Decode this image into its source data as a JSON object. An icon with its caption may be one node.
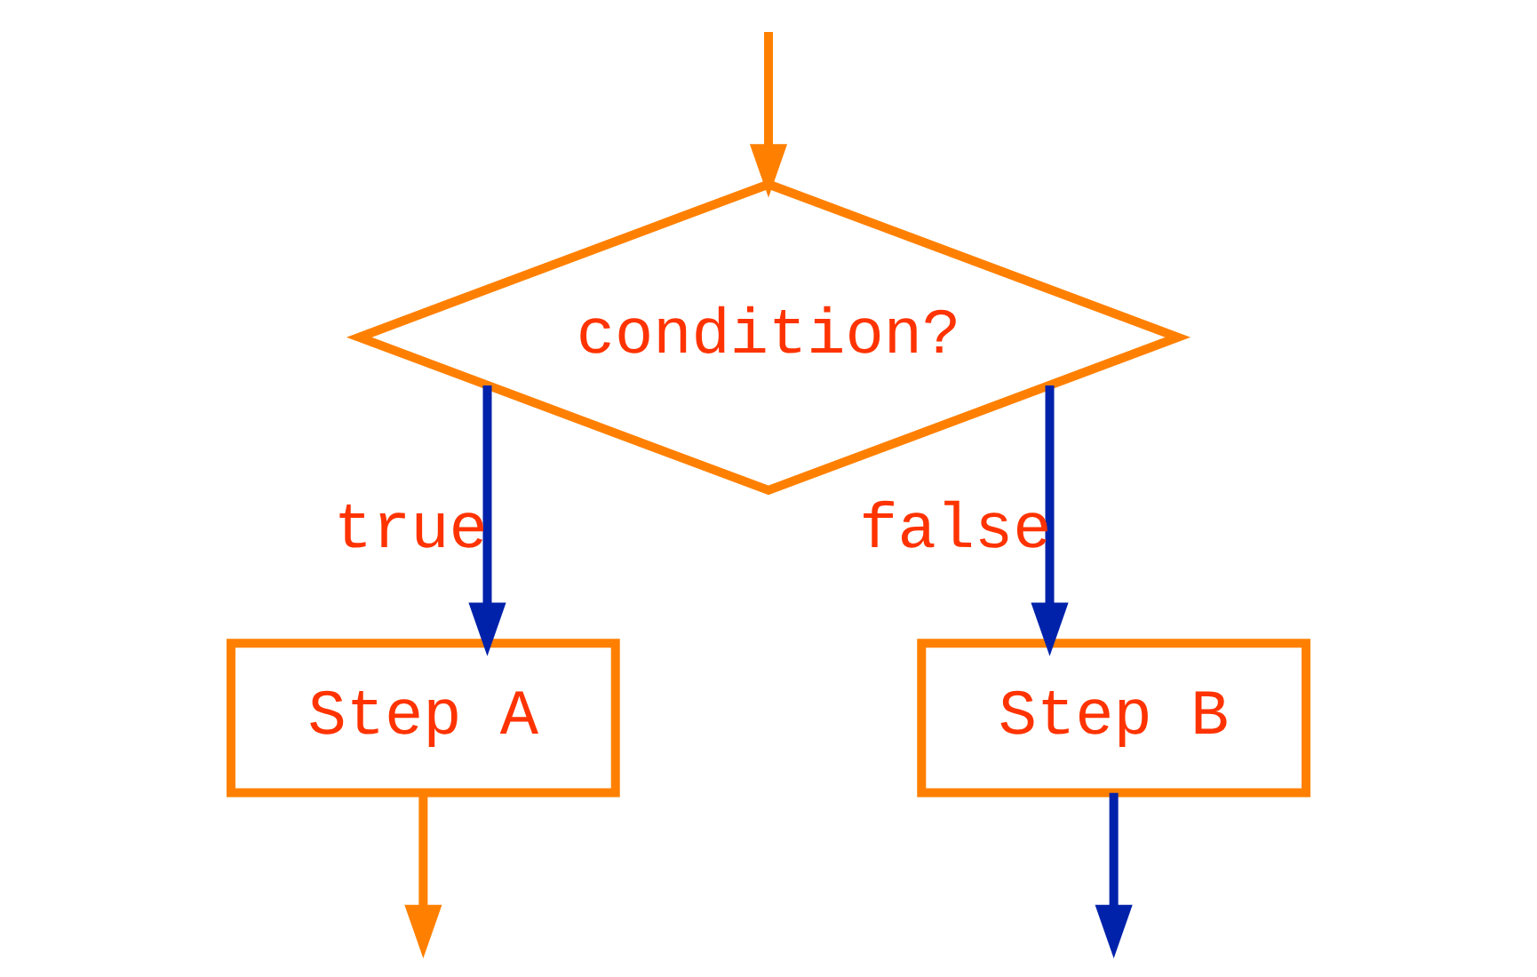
{
  "diagram": {
    "nodes": [
      {
        "text": [
          "condition?"
        ]
      },
      {
        "text": [
          "Step A"
        ]
      },
      {
        "text": [
          "Step B"
        ]
      }
    ],
    "edges": [
      {
        "from": null,
        "to": 0,
        "arrow": "to",
        "color": "#ff8000"
      },
      {
        "from": 0,
        "to": 1,
        "arrow": "to",
        "label": "true",
        "color": "#0022aa"
      },
      {
        "from": 0,
        "to": 2,
        "arrow": "to",
        "label": "false",
        "color": "#0022aa"
      },
      {
        "from": 1,
        "to": null,
        "arrow": "to",
        "color": "#ff8000"
      },
      {
        "from": 2,
        "to": null,
        "arrow": "to",
        "color": "#0022aa"
      }
    ]
  }
}
